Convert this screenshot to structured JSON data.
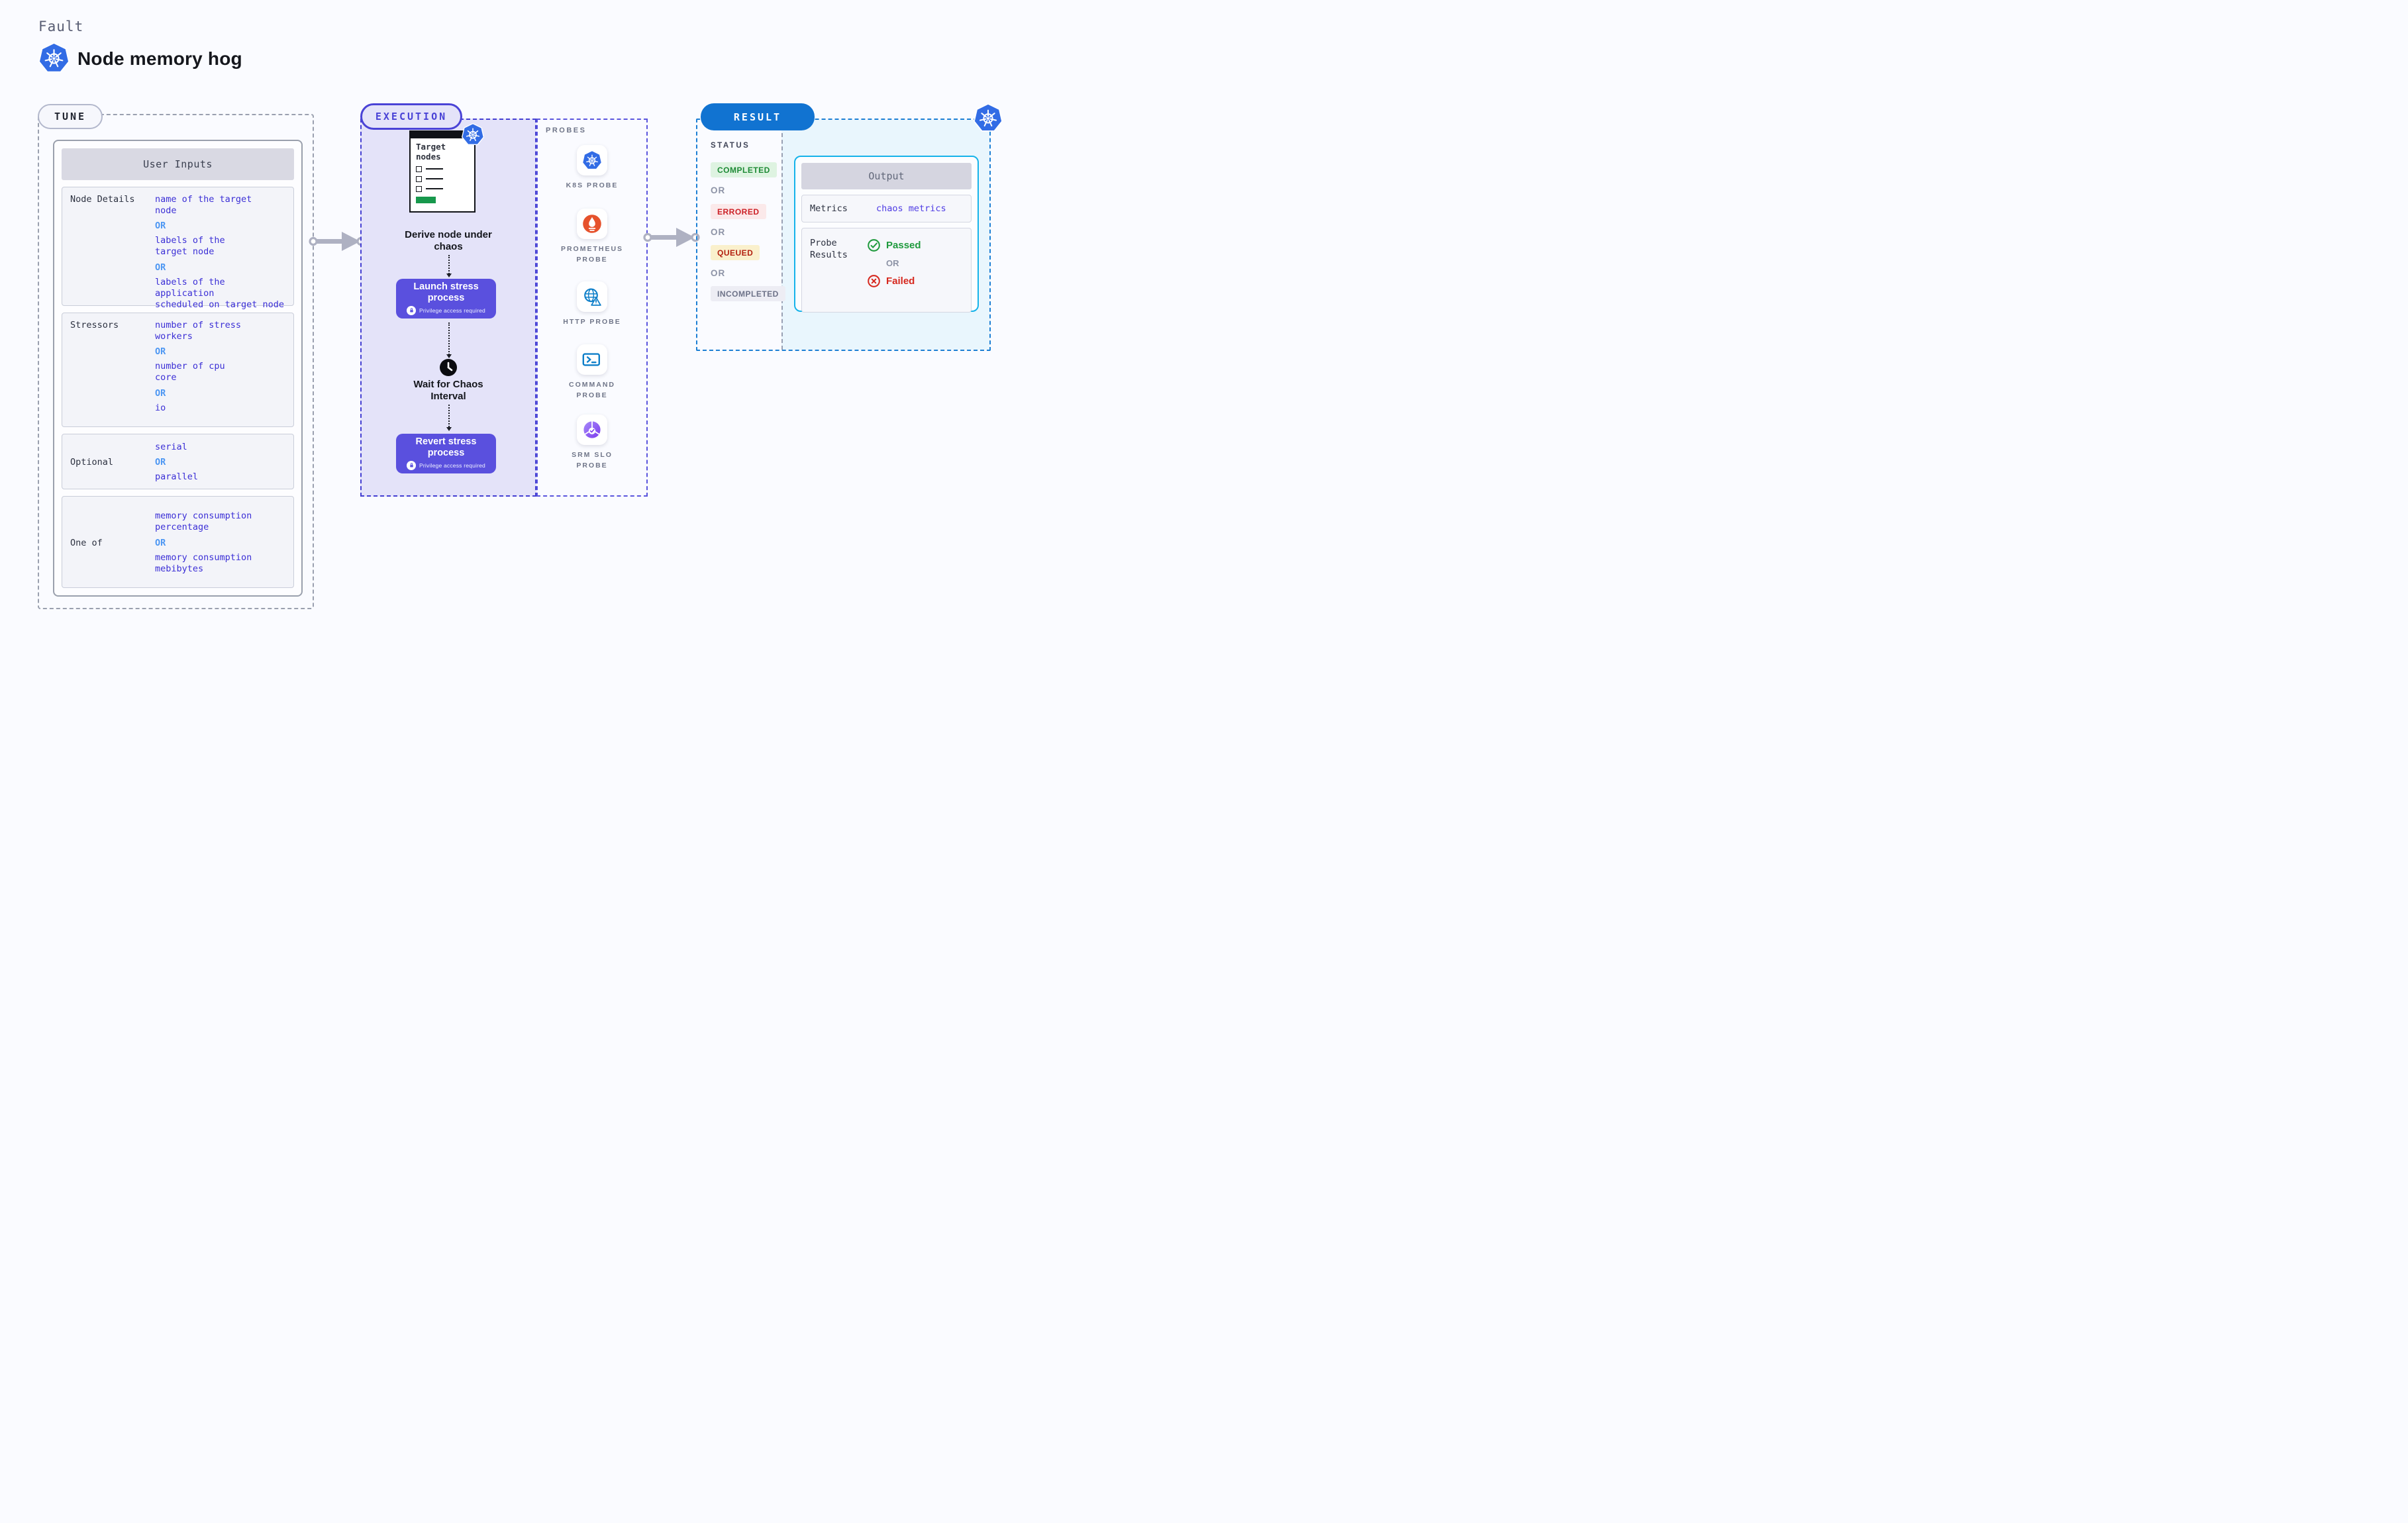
{
  "header": {
    "eyebrow": "Fault",
    "title": "Node memory hog"
  },
  "tune": {
    "badge": "TUNE",
    "table_title": "User Inputs",
    "rows": [
      {
        "label": "Node Details",
        "items": [
          {
            "type": "value",
            "text": "name of the target\nnode"
          },
          {
            "type": "or",
            "text": "OR"
          },
          {
            "type": "value",
            "text": "labels of the\ntarget node"
          },
          {
            "type": "or",
            "text": "OR"
          },
          {
            "type": "value",
            "text": "labels of the application\nscheduled on target node"
          }
        ]
      },
      {
        "label": "Stressors",
        "items": [
          {
            "type": "value",
            "text": "number of stress\nworkers"
          },
          {
            "type": "or",
            "text": "OR"
          },
          {
            "type": "value",
            "text": "number of cpu\ncore"
          },
          {
            "type": "or",
            "text": "OR"
          },
          {
            "type": "value",
            "text": "io"
          }
        ]
      },
      {
        "label": "Optional",
        "items": [
          {
            "type": "value",
            "text": "serial"
          },
          {
            "type": "or",
            "text": "OR"
          },
          {
            "type": "value",
            "text": "parallel"
          }
        ]
      },
      {
        "label": "One of",
        "items": [
          {
            "type": "value",
            "text": "memory consumption\npercentage"
          },
          {
            "type": "or",
            "text": "OR"
          },
          {
            "type": "value",
            "text": "memory consumption\nmebibytes"
          }
        ]
      }
    ]
  },
  "execution": {
    "badge": "EXECUTION",
    "target_window_title": "Target\nnodes",
    "derive_label": "Derive node under\nchaos",
    "launch_button": {
      "title": "Launch stress process",
      "note": "Privilege access required"
    },
    "wait_label": "Wait for Chaos\nInterval",
    "revert_button": {
      "title": "Revert stress process",
      "note": "Privilege access required"
    }
  },
  "probes": {
    "title": "PROBES",
    "items": [
      {
        "label": "K8S PROBE",
        "icon": "kubernetes-icon"
      },
      {
        "label": "PROMETHEUS PROBE",
        "icon": "prometheus-icon"
      },
      {
        "label": "HTTP PROBE",
        "icon": "http-globe-icon"
      },
      {
        "label": "COMMAND PROBE",
        "icon": "terminal-icon"
      },
      {
        "label": "SRM SLO PROBE",
        "icon": "slo-pie-icon"
      }
    ]
  },
  "result": {
    "badge": "RESULT",
    "status_title": "STATUS",
    "or_label": "OR",
    "statuses": [
      {
        "label": "COMPLETED",
        "fg": "#1d8a35",
        "bg": "#def3e1"
      },
      {
        "label": "ERRORED",
        "fg": "#cc2127",
        "bg": "#fbe9ea"
      },
      {
        "label": "QUEUED",
        "fg": "#b3200f",
        "bg": "#faf0cc"
      },
      {
        "label": "INCOMPLETED",
        "fg": "#6d7288",
        "bg": "#ededf4"
      }
    ],
    "output": {
      "title": "Output",
      "metrics_label": "Metrics",
      "metrics_value": "chaos metrics",
      "probe_results_label": "Probe\nResults",
      "passed": "Passed",
      "or": "OR",
      "failed": "Failed"
    }
  },
  "colors": {
    "accent_indigo": "#4a43d6",
    "value_text": "#3b2fd6",
    "or_blue": "#4d97f3",
    "button_purple": "#5a50de",
    "pink_sticker": "#fb4d82",
    "result_blue": "#1173d1",
    "output_border": "#15b3ea",
    "passed_green": "#1f9a3d",
    "failed_red": "#d6281e",
    "k8s_blue": "#326ce5",
    "prometheus_orange": "#e6522c",
    "http_blue": "#0e7fc9",
    "srm_purple": "#7c3aed"
  }
}
